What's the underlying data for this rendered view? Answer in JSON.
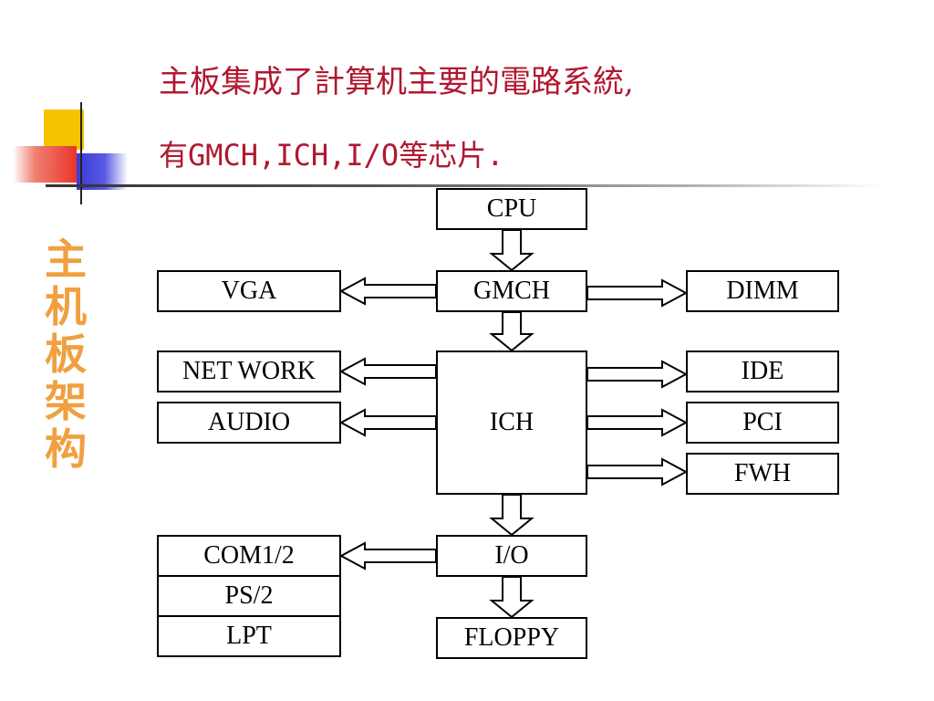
{
  "title": {
    "line1": "主板集成了計算机主要的電路系統,",
    "line2": "有GMCH,ICH,I/O等芯片."
  },
  "side_caption": [
    "主",
    "机",
    "板",
    "架",
    "构"
  ],
  "blocks": {
    "cpu": "CPU",
    "gmch": "GMCH",
    "vga": "VGA",
    "dimm": "DIMM",
    "ich": "ICH",
    "network": "NET WORK",
    "audio": "AUDIO",
    "ide": "IDE",
    "pci": "PCI",
    "fwh": "FWH",
    "io": "I/O",
    "com": "COM1/2",
    "ps2": "PS/2",
    "lpt": "LPT",
    "floppy": "FLOPPY"
  }
}
